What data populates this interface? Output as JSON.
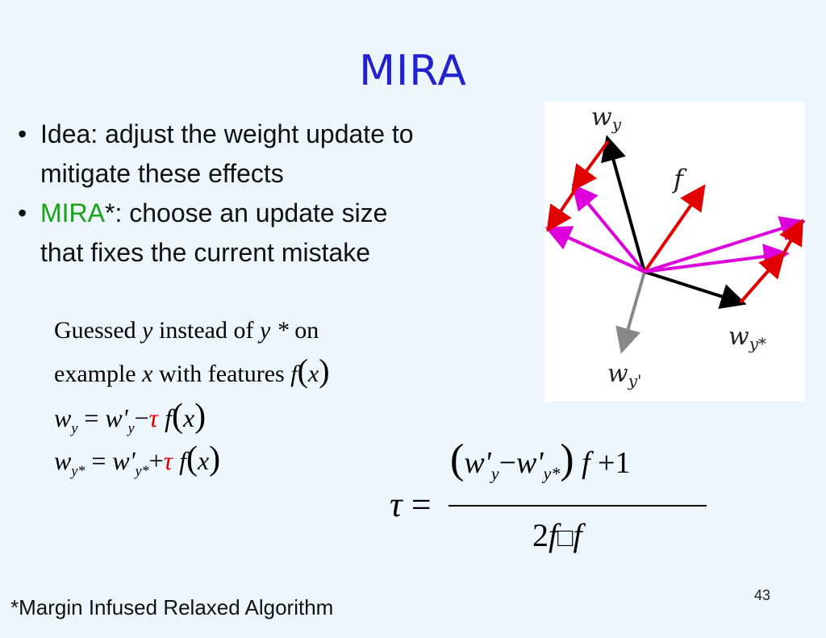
{
  "slide": {
    "title": "MIRA",
    "page_number": "43",
    "footnote": "*Margin Infused Relaxed Algorithm"
  },
  "bullets": [
    {
      "symbol": "•",
      "line1": "Idea: adjust the weight update to",
      "line2": "mitigate these effects"
    },
    {
      "symbol": "•",
      "highlight": "MIRA",
      "line1_rest": "*: choose an update size",
      "line2": "that fixes the current mistake"
    }
  ],
  "math": {
    "guessed_word": "Guessed",
    "y": "y",
    "instead_of": "instead of",
    "ystar": "y *",
    "on": "on",
    "example_word": "example",
    "x": "x",
    "with_features": "with features",
    "f": "f",
    "open_paren": "(",
    "close_paren": ")",
    "w": "w",
    "wprime": "w'",
    "sub_y": "y",
    "sub_ystar": "y*",
    "equals": "=",
    "minus": "−",
    "plus": "+",
    "tau": "τ",
    "one": "1",
    "two": "2",
    "missing_glyph": "□"
  },
  "figure": {
    "label_wy": "w",
    "label_wy_sub": "y",
    "label_f": "f",
    "label_wystar": "w",
    "label_wystar_sub": "y*",
    "label_wyprime": "w",
    "label_wyprime_sub": "y'",
    "colors": {
      "red": "#e00000",
      "black": "#000000",
      "magenta": "#dd00dd",
      "gray": "#888888"
    }
  }
}
